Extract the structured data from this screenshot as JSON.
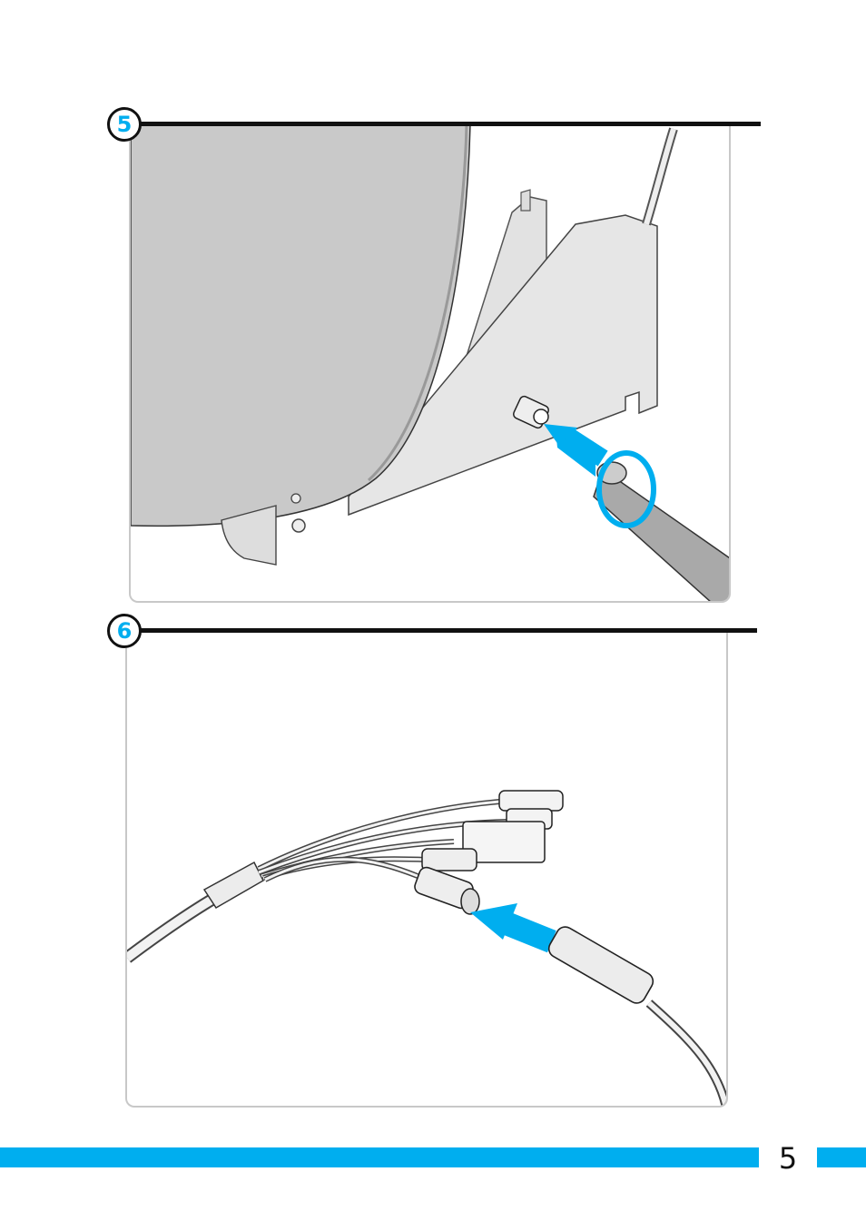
{
  "steps": [
    {
      "number": "5",
      "illustration": "connect-coax-cable-to-camera-base-illustration"
    },
    {
      "number": "6",
      "illustration": "connect-power-plug-to-cable-illustration"
    }
  ],
  "page": {
    "number": "5"
  },
  "colors": {
    "accent": "#00aeef",
    "rule": "#111111",
    "frame": "#c8c8c8"
  }
}
